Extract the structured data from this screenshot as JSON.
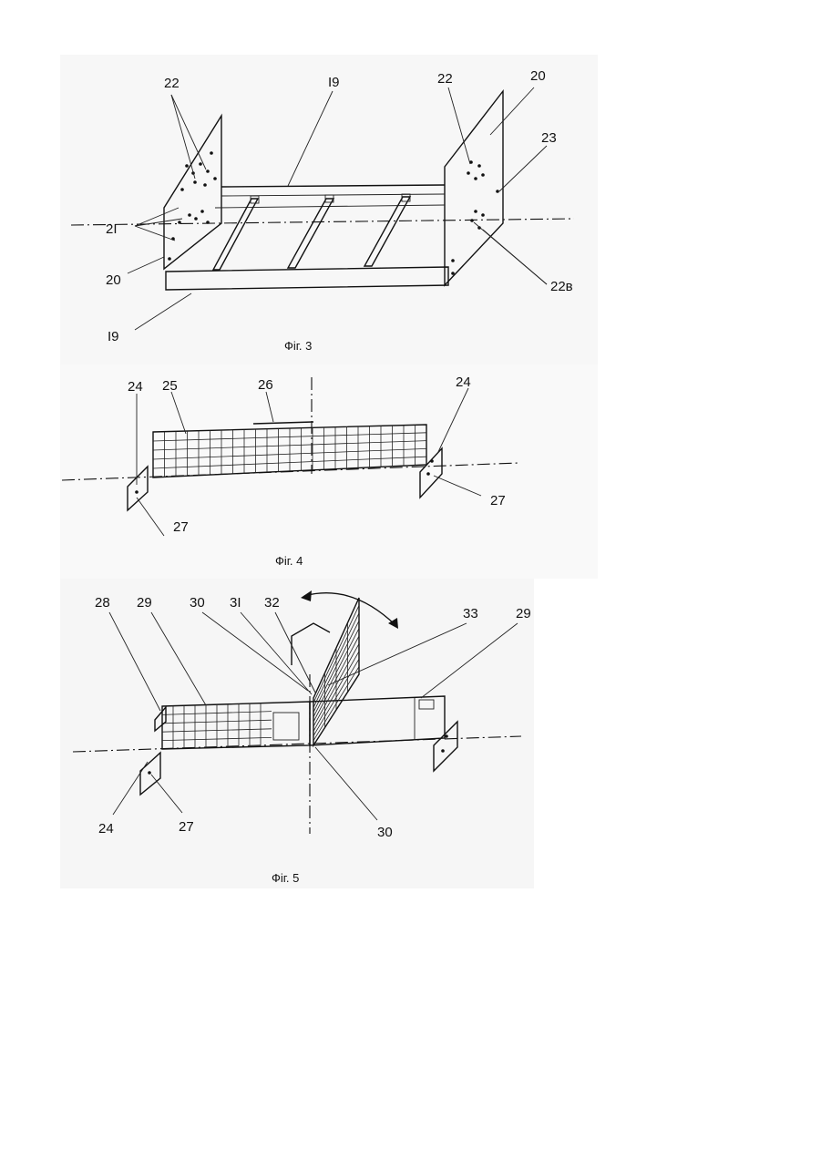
{
  "figures": [
    {
      "id": "fig3",
      "caption": "Фіг. 3",
      "labels": [
        "22",
        "I9",
        "22",
        "20",
        "23",
        "2I",
        "20",
        "22в",
        "I9"
      ]
    },
    {
      "id": "fig4",
      "caption": "Фіг. 4",
      "labels": [
        "24",
        "25",
        "26",
        "24",
        "27",
        "27"
      ]
    },
    {
      "id": "fig5",
      "caption": "Фіг. 5",
      "labels": [
        "28",
        "29",
        "30",
        "3I",
        "32",
        "33",
        "29",
        "24",
        "27",
        "30"
      ]
    }
  ]
}
